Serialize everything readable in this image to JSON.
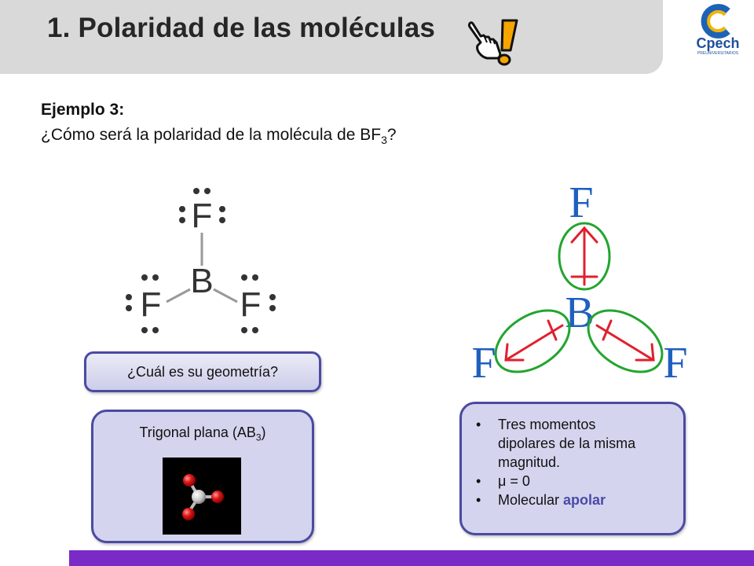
{
  "header": {
    "title": "1. Polaridad de las moléculas",
    "logo_text": "Cpech",
    "logo_subtext": "PREUNIVERSITARIOS"
  },
  "question": {
    "heading": "Ejemplo 3:",
    "text_before": "¿Cómo será la polaridad de la molécula de BF",
    "subscript": "3",
    "text_after": "?"
  },
  "lewis_structure": {
    "center_atom": "B",
    "outer_atom": "F"
  },
  "vector_diagram": {
    "center_atom": "B",
    "outer_atom": "F"
  },
  "geometry_question": "¿Cuál es su geometría?",
  "geometry_answer": {
    "text_before": "Trigonal plana (AB",
    "subscript": "3",
    "text_after": ")"
  },
  "conclusions": {
    "item1": "Tres momentos dipolares de la misma magnitud.",
    "item2": "μ = 0",
    "item3_prefix": "Molecular ",
    "item3_highlight": "apolar"
  },
  "colors": {
    "header_bg": "#d9d9d9",
    "box_border": "#4b4aa3",
    "box_fill": "#d4d4ee",
    "footer_bar": "#7a2ac6",
    "vector_red": "#e0202e",
    "vector_ellipse": "#22a52e",
    "atom_oxygen": "#e01818",
    "accent_text": "#4a4aa8"
  },
  "icons": {
    "hand": "pointing-hand-exclamation-icon",
    "logo": "cpech-logo"
  }
}
